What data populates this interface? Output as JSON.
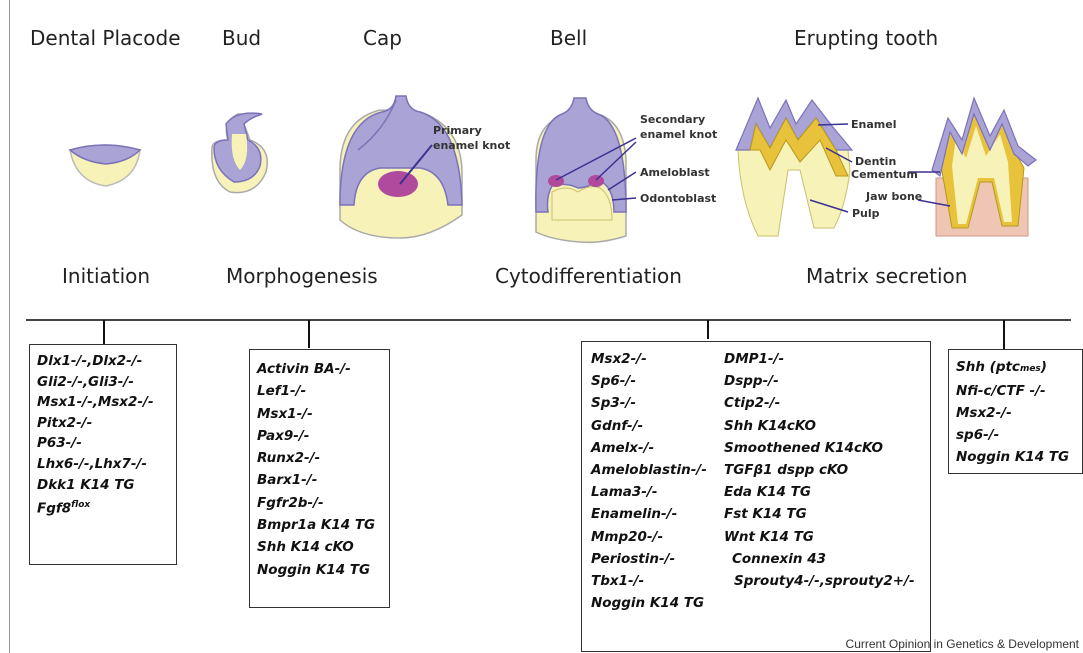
{
  "stages": [
    "Dental Placode",
    "Bud",
    "Cap",
    "Bell",
    "Erupting tooth"
  ],
  "phases": [
    "Initiation",
    "Morphogenesis",
    "Cytodifferentiation",
    "Matrix secretion"
  ],
  "annotations": {
    "primary": [
      "Primary",
      "enamel knot"
    ],
    "secondary": [
      "Secondary",
      "enamel knot"
    ],
    "ameloblast": "Ameloblast",
    "odontoblast": "Odontoblast",
    "enamel": "Enamel",
    "dentin": "Dentin",
    "cementum": "Cementum",
    "jawbone": "Jaw bone",
    "pulp": "Pulp"
  },
  "gene_boxes": {
    "initiation": [
      "Dlx1-/-,Dlx2-/-",
      "Gli2-/-,Gli3-/-",
      "Msx1-/-,Msx2-/-",
      "Pitx2-/-",
      "P63-/-",
      "Lhx6-/-,Lhx7-/-",
      "Dkk1 K14 TG",
      "Fgf8"
    ],
    "initiation_superscript": "flox",
    "morphogenesis": [
      "Activin BA-/-",
      "Lef1-/-",
      "Msx1-/-",
      "Pax9-/-",
      "Runx2-/-",
      "Barx1-/-",
      "Fgfr2b-/-",
      "Bmpr1a K14 TG",
      "Shh K14 cKO",
      "Noggin K14 TG"
    ],
    "cytodiff_left": [
      "Msx2-/-",
      "Sp6-/-",
      "Sp3-/-",
      "Gdnf-/-",
      "Amelx-/-",
      "Ameloblastin-/-",
      "Lama3-/-",
      "Enamelin-/-",
      "Mmp20-/-",
      "Periostin-/-",
      "Tbx1-/-",
      "Noggin K14 TG"
    ],
    "cytodiff_right": [
      "DMP1-/-",
      "Dspp-/-",
      "Ctip2-/-",
      "Shh K14cKO",
      "Smoothened K14cKO",
      "TGFβ1 dspp cKO",
      "Eda K14 TG",
      "Fst K14 TG",
      "Wnt K14 TG",
      "Connexin 43",
      "Sprouty4-/-,sprouty2+/-"
    ],
    "matrix": [
      "Shh (ptc",
      "Nfi-c/CTF -/-",
      "Msx2-/-",
      "sp6-/-",
      "Noggin K14 TG"
    ],
    "matrix_sub": "mes",
    "matrix_close": ")"
  },
  "credit": "Current Opinion in Genetics & Development",
  "colors": {
    "epithelium": "#a9a3d6",
    "epithelium_dark": "#7b72b8",
    "mesenchyme": "#f6f2b8",
    "enamel_knot": "#b04a9c",
    "dentin": "#e8c23a",
    "jawbone": "#efc6b4"
  }
}
